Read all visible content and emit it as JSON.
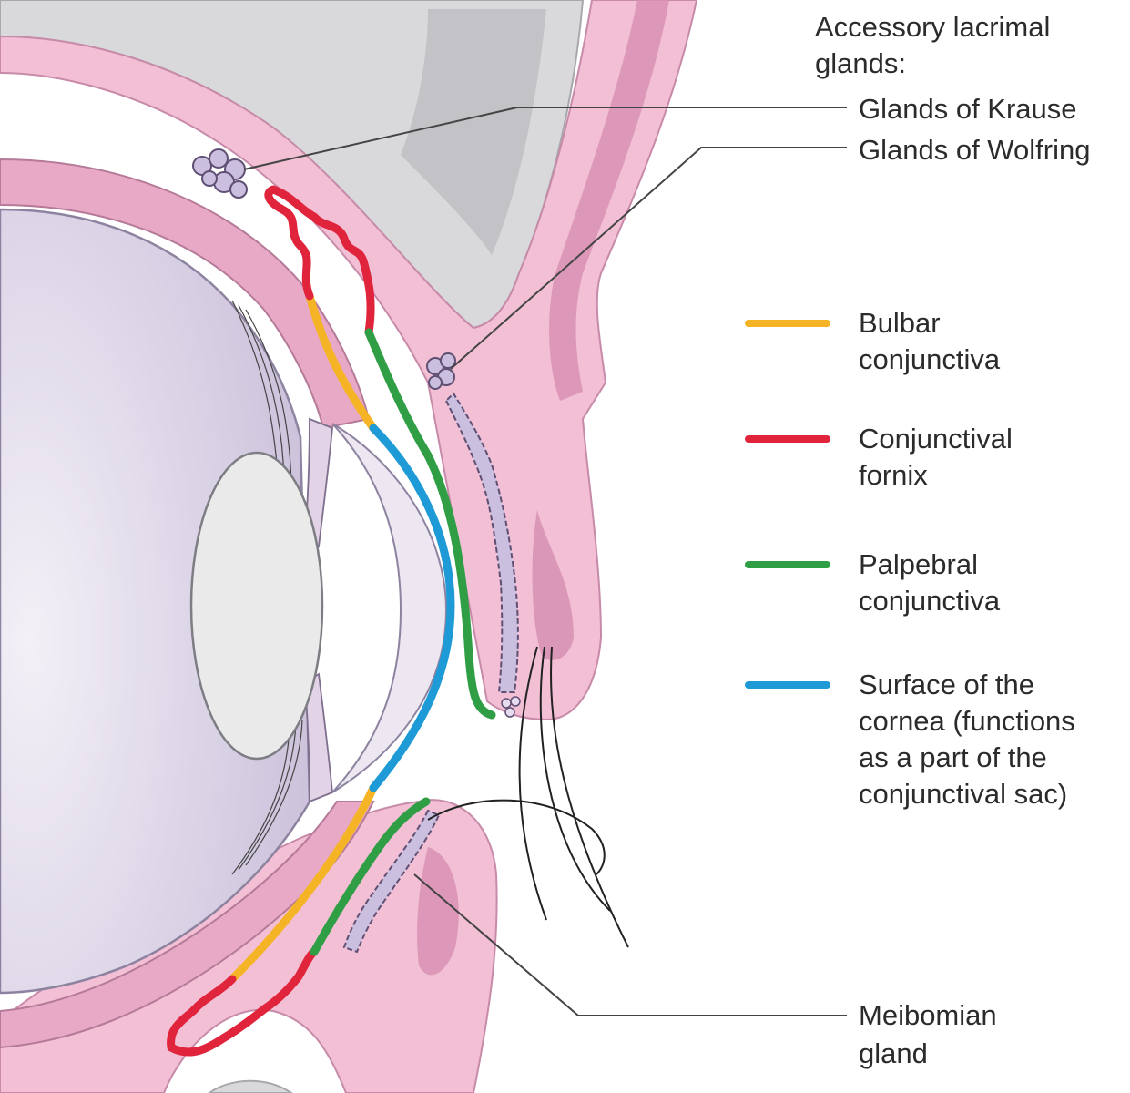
{
  "labels": {
    "accessory_line1": "Accessory lacrimal",
    "accessory_line2": "glands:",
    "krause": "Glands of Krause",
    "wolfring": "Glands of Wolfring",
    "meibomian_line1": "Meibomian",
    "meibomian_line2": "gland"
  },
  "legend": [
    {
      "color": "#f5b425",
      "lines": [
        "Bulbar",
        "conjunctiva"
      ]
    },
    {
      "color": "#e0243c",
      "lines": [
        "Conjunctival",
        "fornix"
      ]
    },
    {
      "color": "#2f9e45",
      "lines": [
        "Palpebral",
        "conjunctiva"
      ]
    },
    {
      "color": "#1e9ad6",
      "lines": [
        "Surface of the",
        "cornea (functions",
        "as a part of the",
        "conjunctival sac)"
      ]
    }
  ],
  "colors": {
    "tissue": "#f2bfd5",
    "tissue_dark": "#d78fb2",
    "bone": "#d9d9db",
    "globe": "#d8cfe3",
    "gland": "#cbbfe0"
  }
}
